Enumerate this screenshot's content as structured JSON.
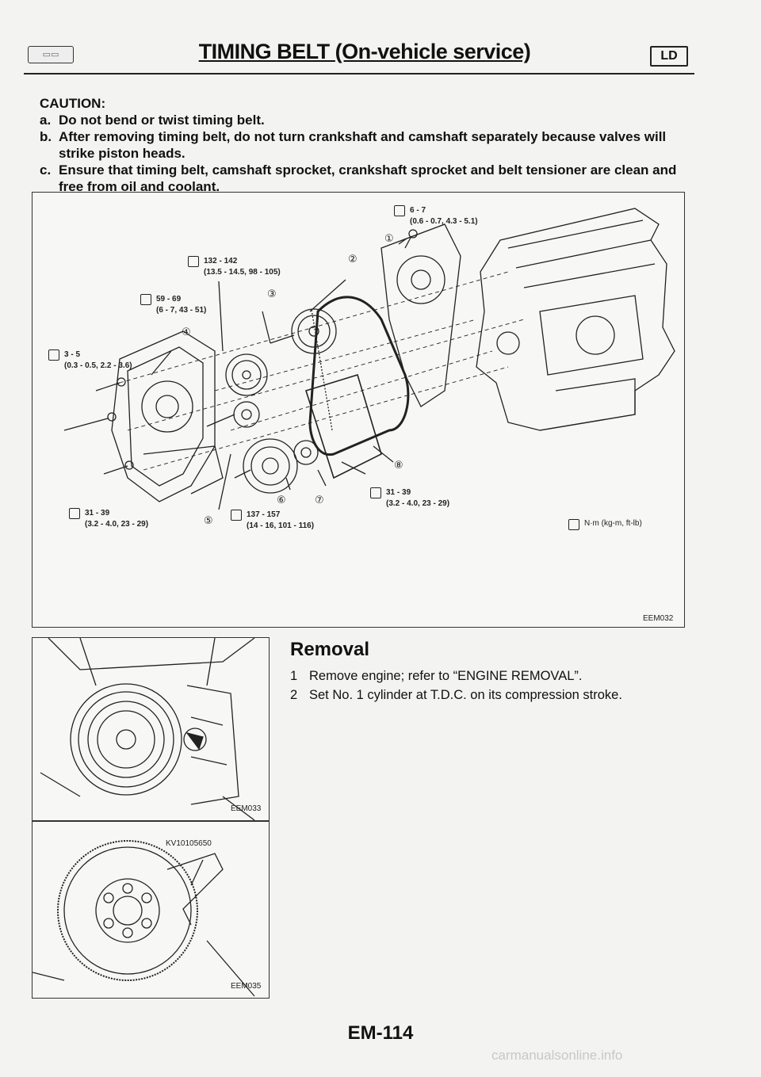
{
  "header": {
    "title_prefix": "TIMING BELT ",
    "title_suffix": "(On-vehicle service)",
    "badge": "LD"
  },
  "caution": {
    "heading": "CAUTION:",
    "items": [
      {
        "letter": "a.",
        "text": "Do not bend or twist timing belt."
      },
      {
        "letter": "b.",
        "text": "After removing timing belt, do not turn crankshaft and camshaft separately because valves will strike piston heads."
      },
      {
        "letter": "c.",
        "text": "Ensure that timing belt, camshaft sprocket, crankshaft sprocket and belt tensioner are clean and free from oil and coolant."
      }
    ]
  },
  "main_figure": {
    "code": "EEM032",
    "torques": [
      {
        "line1": "6 - 7",
        "line2": "(0.6 - 0.7, 4.3 - 5.1)"
      },
      {
        "line1": "132 - 142",
        "line2": "(13.5 - 14.5, 98 - 105)"
      },
      {
        "line1": "59 - 69",
        "line2": "(6 - 7, 43 - 51)"
      },
      {
        "line1": "3 - 5",
        "line2": "(0.3 - 0.5, 2.2 - 3.6)"
      },
      {
        "line1": "31 - 39",
        "line2": "(3.2 - 4.0, 23 - 29)"
      },
      {
        "line1": "137 - 157",
        "line2": "(14 - 16, 101 - 116)"
      },
      {
        "line1": "31 - 39",
        "line2": "(3.2 - 4.0, 23 - 29)"
      }
    ],
    "callouts": [
      "①",
      "②",
      "③",
      "④",
      "⑤",
      "⑥",
      "⑦",
      "⑧"
    ],
    "unit_legend": "N·m (kg-m, ft-lb)"
  },
  "figure2": {
    "code": "EEM033"
  },
  "figure3": {
    "code": "EEM035",
    "tool": "KV10105650"
  },
  "removal": {
    "heading": "Removal",
    "steps": [
      {
        "n": "1",
        "text": "Remove engine; refer to “ENGINE REMOVAL”."
      },
      {
        "n": "2",
        "text": "Set No. 1 cylinder at T.D.C. on its compression stroke."
      }
    ]
  },
  "footer": {
    "page": "EM-114"
  },
  "watermark": "carmanualsonline.info"
}
